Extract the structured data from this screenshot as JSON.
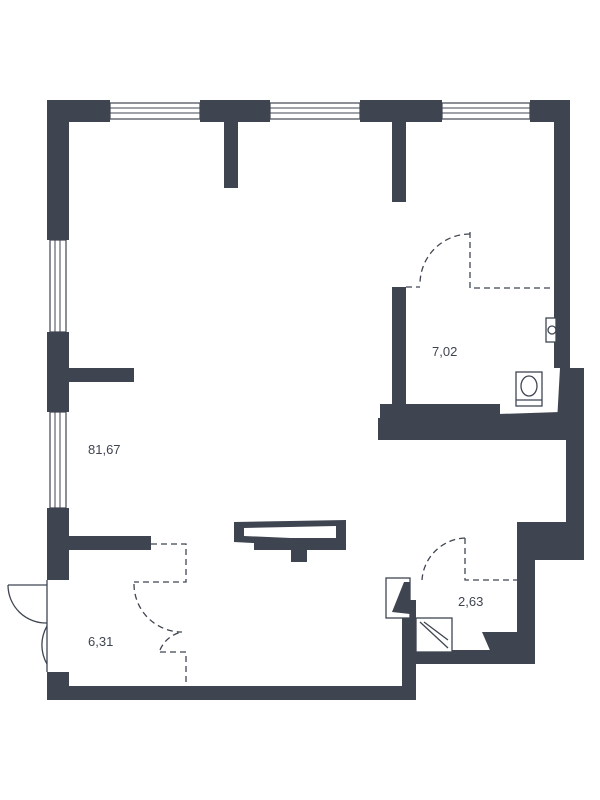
{
  "plan": {
    "rooms": [
      {
        "id": "living",
        "area": "81,67"
      },
      {
        "id": "bathroom",
        "area": "7,02"
      },
      {
        "id": "shower-room",
        "area": "2,63"
      },
      {
        "id": "hallway",
        "area": "6,31"
      }
    ],
    "colors": {
      "wall": "#3f4550",
      "background": "#ffffff"
    }
  }
}
